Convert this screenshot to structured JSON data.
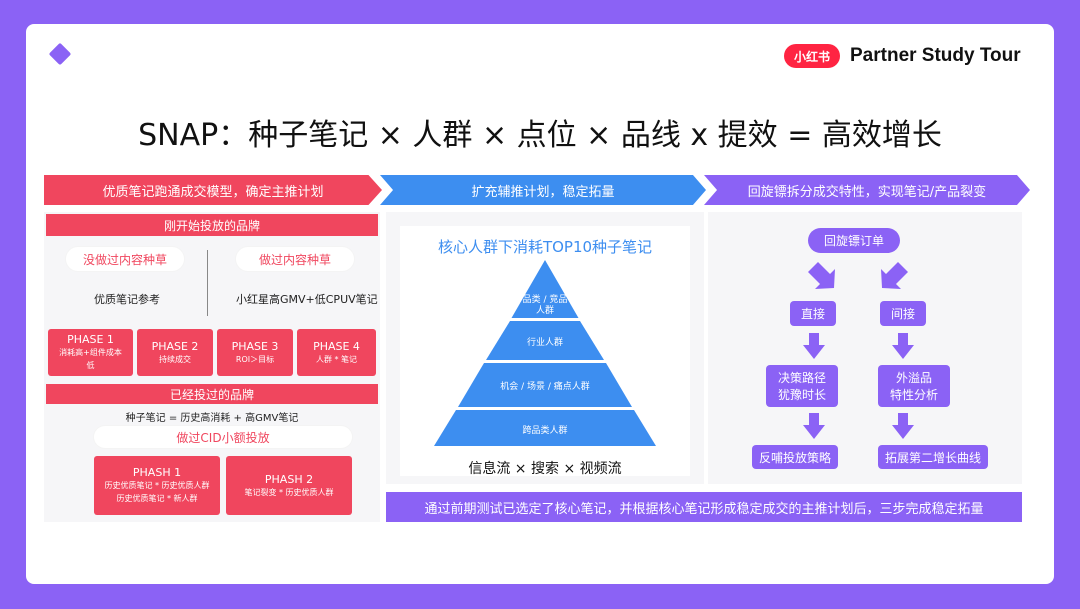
{
  "brand": {
    "logo_text": "小红书",
    "name": "Partner Study Tour"
  },
  "title": "SNAP：种子笔记 × 人群 × 点位 × 品线 x 提效 = 高效增长",
  "banners": [
    "优质笔记跑通成交模型，确定主推计划",
    "扩充辅推计划，稳定拓量",
    "回旋镖拆分成交特性，实现笔记/产品裂变"
  ],
  "left": {
    "new_brand_header": "刚开始投放的品牌",
    "pill_a": "没做过内容种草",
    "pill_b": "做过内容种草",
    "text_a": "优质笔记参考",
    "text_b": "小红星高GMV+低CPUV笔记",
    "phases": [
      {
        "title": "PHASE 1",
        "sub1": "消耗高+组件成本",
        "sub2": "低"
      },
      {
        "title": "PHASE 2",
        "sub1": "持续成交",
        "sub2": ""
      },
      {
        "title": "PHASE 3",
        "sub1": "ROI＞目标",
        "sub2": ""
      },
      {
        "title": "PHASE 4",
        "sub1": "人群 * 笔记",
        "sub2": ""
      }
    ],
    "old_brand_header": "已经投过的品牌",
    "formula": "种子笔记 = 历史高消耗 + 高GMV笔记",
    "cid_pill": "做过CID小额投放",
    "phash": [
      {
        "title": "PHASH 1",
        "sub1": "历史优质笔记 * 历史优质人群",
        "sub2": "历史优质笔记 * 新人群"
      },
      {
        "title": "PHASH 2",
        "sub1": "笔记裂变 * 历史优质人群",
        "sub2": ""
      }
    ]
  },
  "middle": {
    "pyramid_title": "核心人群下消耗TOP10种子笔记",
    "tiers": [
      "品类 / 竞品",
      "人群",
      "行业人群",
      "机会 / 场景 / 痛点人群",
      "跨品类人群"
    ],
    "footer": "信息流 × 搜索 × 视频流"
  },
  "right": {
    "top": "回旋镖订单",
    "direct": "直接",
    "indirect": "间接",
    "box_left_1": "决策路径",
    "box_left_2": "犹豫时长",
    "box_right_1": "外溢品",
    "box_right_2": "特性分析",
    "bottom_left": "反哺投放策略",
    "bottom_right": "拓展第二增长曲线"
  },
  "bottom_bar": "通过前期测试已选定了核心笔记，并根据核心笔记形成稳定成交的主推计划后，三步完成稳定拓量",
  "colors": {
    "purple": "#8b62f5",
    "red": "#f0465e",
    "blue": "#3d8ef0",
    "brand_red": "#ff2442"
  }
}
